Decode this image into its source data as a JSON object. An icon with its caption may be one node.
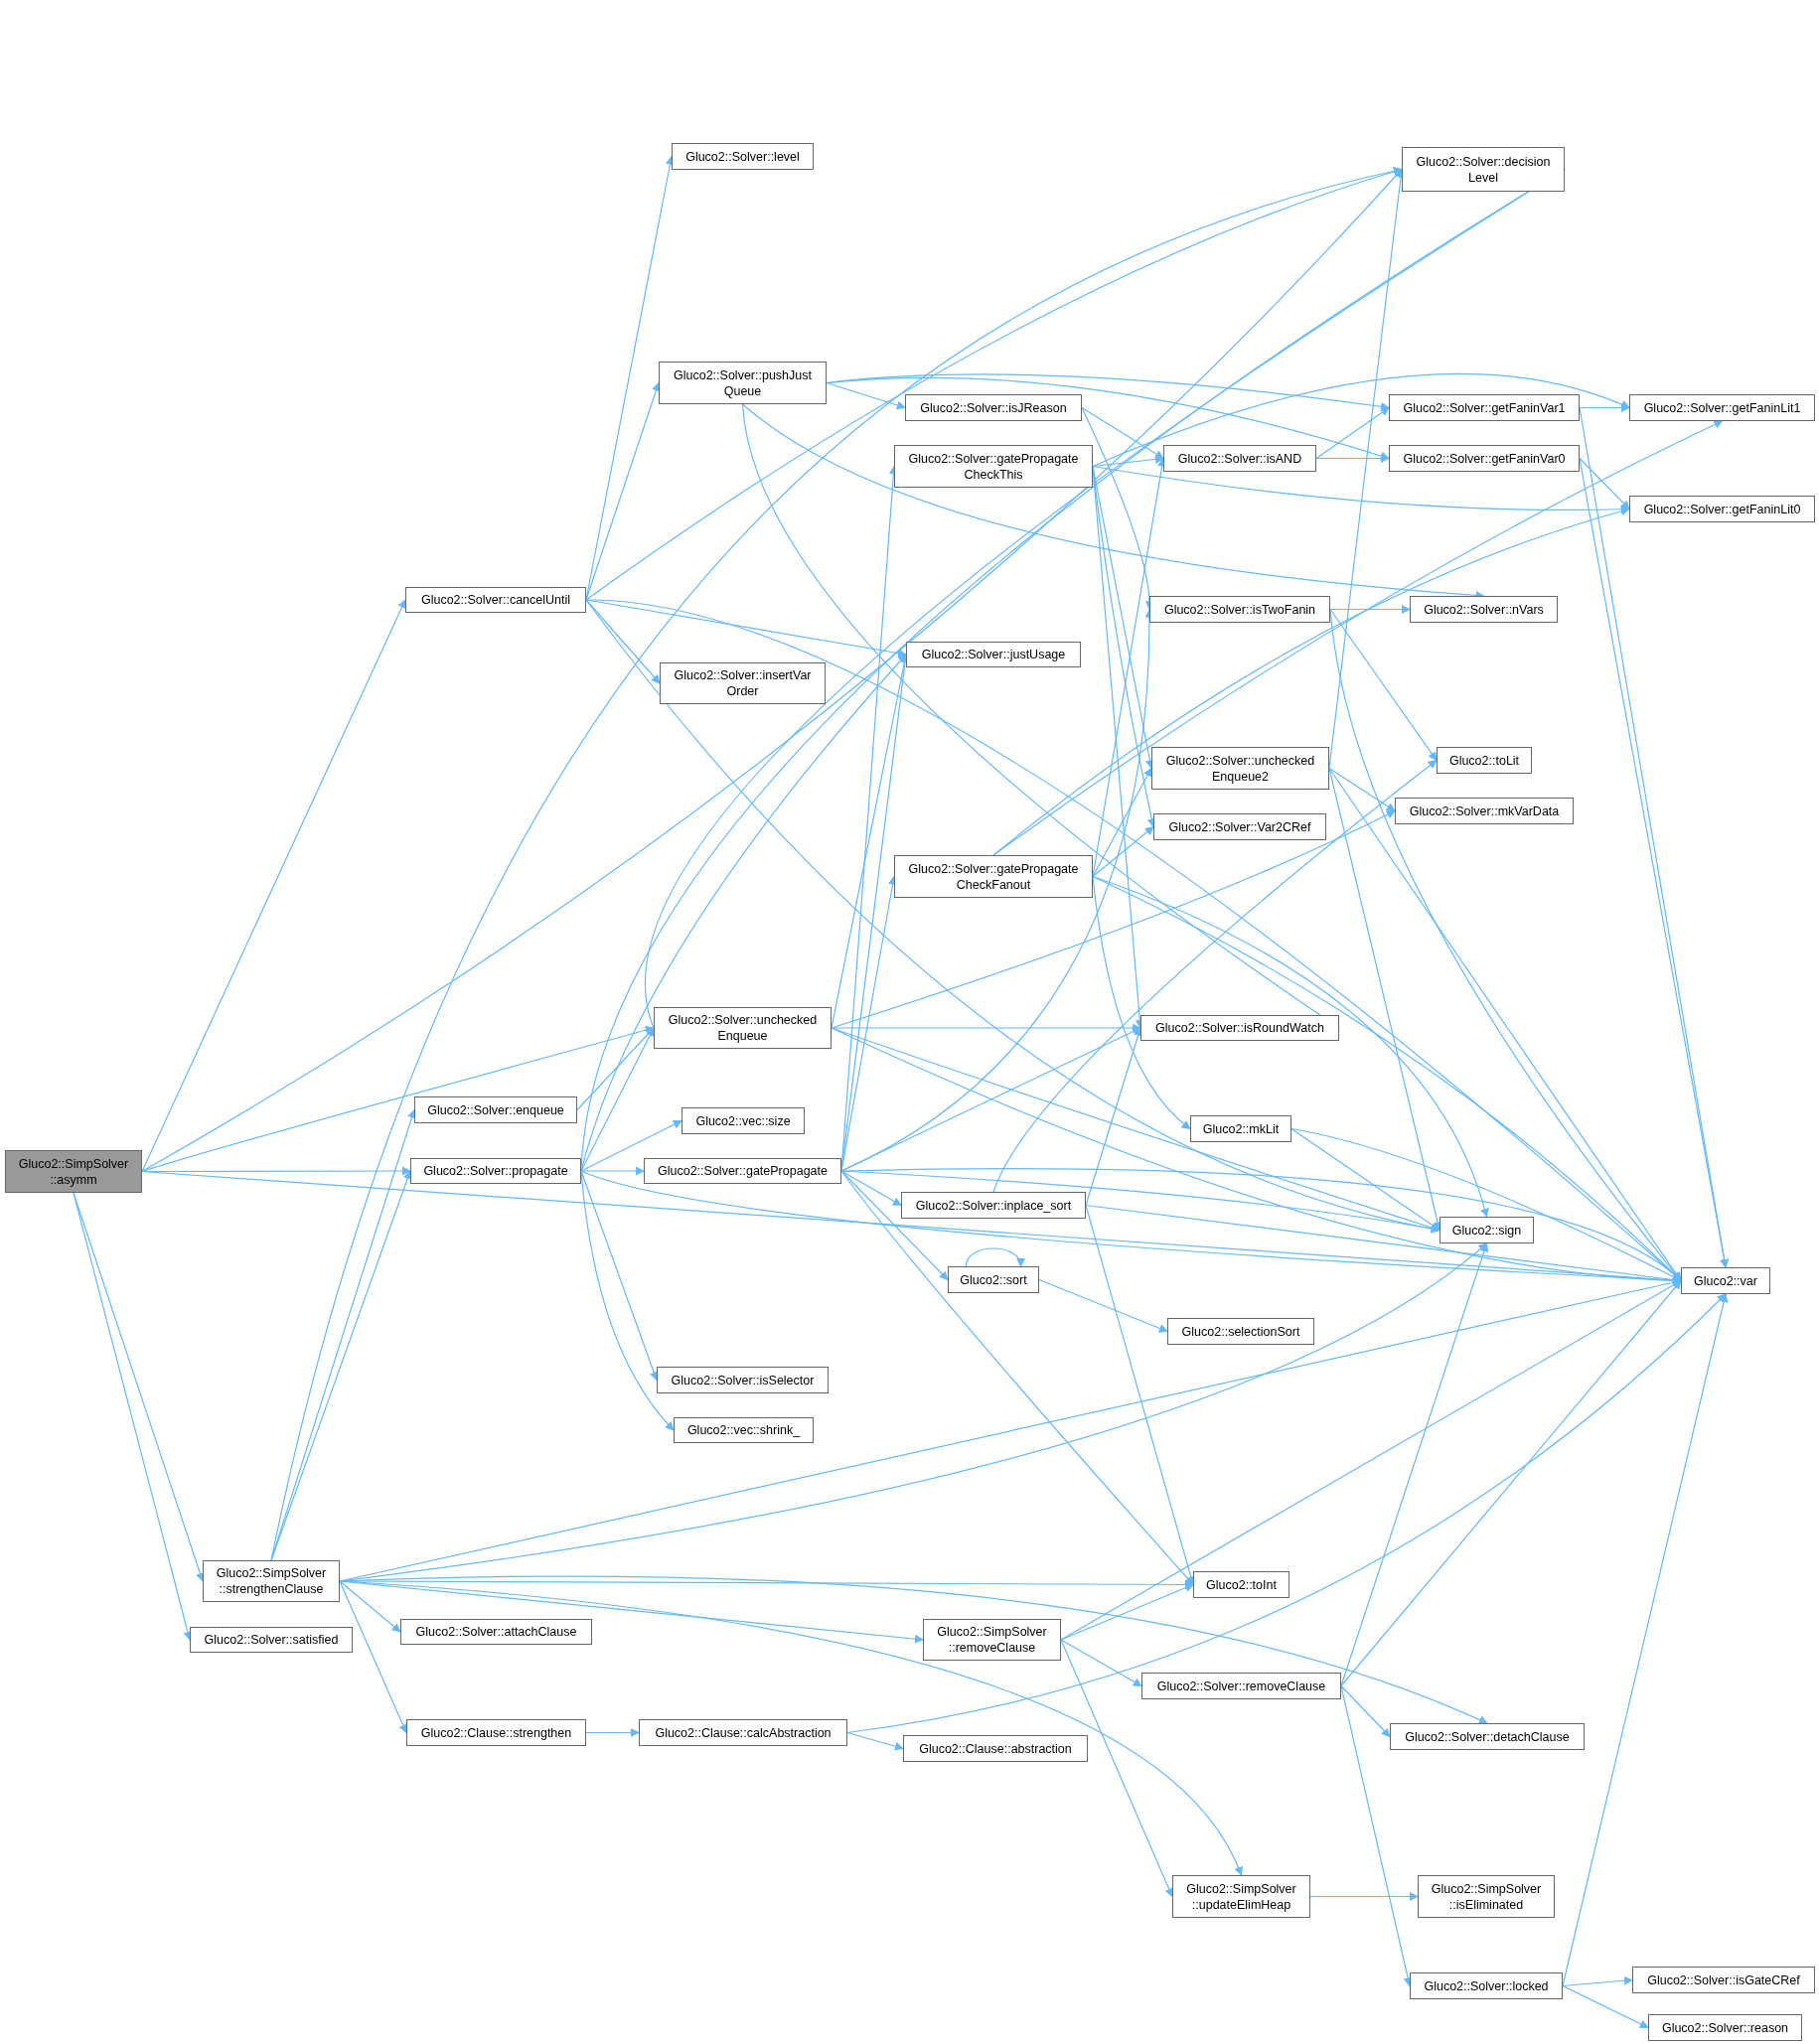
{
  "diagram": {
    "nodes": [
      {
        "text": [
          "Gluco2::SimpSolver ::asymm"
        ]
      },
      {
        "text": [
          "Gluco2::Solver::cancelUntil"
        ]
      },
      {
        "text": [
          "Gluco2::Solver::unchecked Enqueue"
        ]
      },
      {
        "text": [
          "Gluco2::Solver::enqueue"
        ]
      },
      {
        "text": [
          "Gluco2::Solver::propagate"
        ]
      },
      {
        "text": [
          "Gluco2::SimpSolver ::strengthenClause"
        ]
      },
      {
        "text": [
          "Gluco2::Solver::satisfied"
        ]
      },
      {
        "text": [
          "Gluco2::Solver::decision Level"
        ]
      },
      {
        "text": [
          "Gluco2::Solver::level"
        ]
      },
      {
        "text": [
          "Gluco2::Solver::pushJust Queue"
        ]
      },
      {
        "text": [
          "Gluco2::Solver::insertVar Order"
        ]
      },
      {
        "text": [
          "Gluco2::Solver::justUsage"
        ]
      },
      {
        "text": [
          "Gluco2::vec::size"
        ]
      },
      {
        "text": [
          "Gluco2::Solver::gatePropagate"
        ]
      },
      {
        "text": [
          "Gluco2::Solver::isSelector"
        ]
      },
      {
        "text": [
          "Gluco2::vec::shrink_"
        ]
      },
      {
        "text": [
          "Gluco2::Solver::isJReason"
        ]
      },
      {
        "text": [
          "Gluco2::Solver::gatePropagate CheckThis"
        ]
      },
      {
        "text": [
          "Gluco2::Solver::gatePropagate CheckFanout"
        ]
      },
      {
        "text": [
          "Gluco2::Solver::inplace_sort"
        ]
      },
      {
        "text": [
          "Gluco2::sort"
        ]
      },
      {
        "text": [
          "Gluco2::selectionSort"
        ]
      },
      {
        "text": [
          "Gluco2::Solver::isAND"
        ]
      },
      {
        "text": [
          "Gluco2::Solver::isTwoFanin"
        ]
      },
      {
        "text": [
          "Gluco2::Solver::unchecked Enqueue2"
        ]
      },
      {
        "text": [
          "Gluco2::Solver::Var2CRef"
        ]
      },
      {
        "text": [
          "Gluco2::Solver::isRoundWatch"
        ]
      },
      {
        "text": [
          "Gluco2::mkLit"
        ]
      },
      {
        "text": [
          "Gluco2::Solver::getFaninVar1"
        ]
      },
      {
        "text": [
          "Gluco2::Solver::getFaninVar0"
        ]
      },
      {
        "text": [
          "Gluco2::Solver::getFaninLit1"
        ]
      },
      {
        "text": [
          "Gluco2::Solver::getFaninLit0"
        ]
      },
      {
        "text": [
          "Gluco2::Solver::nVars"
        ]
      },
      {
        "text": [
          "Gluco2::toLit"
        ]
      },
      {
        "text": [
          "Gluco2::Solver::mkVarData"
        ]
      },
      {
        "text": [
          "Gluco2::sign"
        ]
      },
      {
        "text": [
          "Gluco2::var"
        ]
      },
      {
        "text": [
          "Gluco2::toInt"
        ]
      },
      {
        "text": [
          "Gluco2::Solver::attachClause"
        ]
      },
      {
        "text": [
          "Gluco2::SimpSolver ::removeClause"
        ]
      },
      {
        "text": [
          "Gluco2::Solver::removeClause"
        ]
      },
      {
        "text": [
          "Gluco2::Solver::detachClause"
        ]
      },
      {
        "text": [
          "Gluco2::Clause::strengthen"
        ]
      },
      {
        "text": [
          "Gluco2::Clause::calcAbstraction"
        ]
      },
      {
        "text": [
          "Gluco2::Clause::abstraction"
        ]
      },
      {
        "text": [
          "Gluco2::SimpSolver ::updateElimHeap"
        ]
      },
      {
        "text": [
          "Gluco2::SimpSolver ::isEliminated"
        ]
      },
      {
        "text": [
          "Gluco2::Solver::locked"
        ]
      },
      {
        "text": [
          "Gluco2::Solver::isGateCRef"
        ]
      },
      {
        "text": [
          "Gluco2::Solver::reason"
        ]
      }
    ],
    "edges": [
      {
        "from": 0,
        "to": 7,
        "arrow": "to"
      },
      {
        "from": 0,
        "to": 1,
        "arrow": "to"
      },
      {
        "from": 0,
        "to": 2,
        "arrow": "to"
      },
      {
        "from": 0,
        "to": 4,
        "arrow": "to"
      },
      {
        "from": 0,
        "to": 5,
        "arrow": "to"
      },
      {
        "from": 0,
        "to": 6,
        "arrow": "to"
      },
      {
        "from": 0,
        "to": 36,
        "arrow": "to"
      },
      {
        "from": 1,
        "to": 7,
        "arrow": "to"
      },
      {
        "from": 1,
        "to": 8,
        "arrow": "to"
      },
      {
        "from": 1,
        "to": 9,
        "arrow": "to"
      },
      {
        "from": 1,
        "to": 10,
        "arrow": "to"
      },
      {
        "from": 1,
        "to": 11,
        "arrow": "to"
      },
      {
        "from": 1,
        "to": 36,
        "arrow": "to"
      },
      {
        "from": 1,
        "to": 35,
        "arrow": "to"
      },
      {
        "from": 9,
        "to": 16,
        "arrow": "to"
      },
      {
        "from": 9,
        "to": 28,
        "arrow": "to"
      },
      {
        "from": 9,
        "to": 29,
        "arrow": "to"
      },
      {
        "from": 9,
        "to": 32,
        "arrow": "to"
      },
      {
        "from": 9,
        "to": 26,
        "arrow": "to"
      },
      {
        "from": 16,
        "to": 22,
        "arrow": "to"
      },
      {
        "from": 16,
        "to": 23,
        "arrow": "to"
      },
      {
        "from": 17,
        "to": 22,
        "arrow": "to"
      },
      {
        "from": 17,
        "to": 30,
        "arrow": "to"
      },
      {
        "from": 17,
        "to": 31,
        "arrow": "to"
      },
      {
        "from": 17,
        "to": 24,
        "arrow": "to"
      },
      {
        "from": 17,
        "to": 25,
        "arrow": "to"
      },
      {
        "from": 17,
        "to": 26,
        "arrow": "to"
      },
      {
        "from": 22,
        "to": 28,
        "arrow": "to"
      },
      {
        "from": 22,
        "to": 29,
        "arrow": "to"
      },
      {
        "from": 28,
        "to": 30,
        "arrow": "to"
      },
      {
        "from": 28,
        "to": 36,
        "arrow": "to"
      },
      {
        "from": 29,
        "to": 31,
        "arrow": "to"
      },
      {
        "from": 29,
        "to": 36,
        "arrow": "to"
      },
      {
        "from": 23,
        "to": 32,
        "arrow": "to"
      },
      {
        "from": 23,
        "to": 33,
        "arrow": "to"
      },
      {
        "from": 23,
        "to": 36,
        "arrow": "to"
      },
      {
        "from": 24,
        "to": 7,
        "arrow": "to"
      },
      {
        "from": 24,
        "to": 34,
        "arrow": "to"
      },
      {
        "from": 24,
        "to": 35,
        "arrow": "to"
      },
      {
        "from": 24,
        "to": 36,
        "arrow": "to"
      },
      {
        "from": 18,
        "to": 22,
        "arrow": "to"
      },
      {
        "from": 18,
        "to": 24,
        "arrow": "to"
      },
      {
        "from": 18,
        "to": 25,
        "arrow": "to"
      },
      {
        "from": 18,
        "to": 30,
        "arrow": "to"
      },
      {
        "from": 18,
        "to": 31,
        "arrow": "to"
      },
      {
        "from": 18,
        "to": 27,
        "arrow": "to"
      },
      {
        "from": 18,
        "to": 35,
        "arrow": "to"
      },
      {
        "from": 18,
        "to": 36,
        "arrow": "to"
      },
      {
        "from": 2,
        "to": 7,
        "arrow": "to"
      },
      {
        "from": 2,
        "to": 11,
        "arrow": "to"
      },
      {
        "from": 2,
        "to": 34,
        "arrow": "to"
      },
      {
        "from": 2,
        "to": 26,
        "arrow": "to"
      },
      {
        "from": 2,
        "to": 35,
        "arrow": "to"
      },
      {
        "from": 2,
        "to": 36,
        "arrow": "to"
      },
      {
        "from": 3,
        "to": 2,
        "arrow": "to"
      },
      {
        "from": 4,
        "to": 7,
        "arrow": "to"
      },
      {
        "from": 4,
        "to": 11,
        "arrow": "to"
      },
      {
        "from": 4,
        "to": 2,
        "arrow": "to"
      },
      {
        "from": 4,
        "to": 12,
        "arrow": "to"
      },
      {
        "from": 4,
        "to": 13,
        "arrow": "to"
      },
      {
        "from": 4,
        "to": 14,
        "arrow": "to"
      },
      {
        "from": 4,
        "to": 15,
        "arrow": "to"
      },
      {
        "from": 4,
        "to": 36,
        "arrow": "to"
      },
      {
        "from": 13,
        "to": 11,
        "arrow": "to"
      },
      {
        "from": 13,
        "to": 17,
        "arrow": "to"
      },
      {
        "from": 13,
        "to": 18,
        "arrow": "to"
      },
      {
        "from": 13,
        "to": 23,
        "arrow": "to"
      },
      {
        "from": 13,
        "to": 19,
        "arrow": "to"
      },
      {
        "from": 13,
        "to": 20,
        "arrow": "to"
      },
      {
        "from": 13,
        "to": 26,
        "arrow": "to"
      },
      {
        "from": 13,
        "to": 37,
        "arrow": "to"
      },
      {
        "from": 13,
        "to": 35,
        "arrow": "to"
      },
      {
        "from": 13,
        "to": 36,
        "arrow": "to"
      },
      {
        "from": 19,
        "to": 26,
        "arrow": "to"
      },
      {
        "from": 19,
        "to": 33,
        "arrow": "to"
      },
      {
        "from": 19,
        "to": 37,
        "arrow": "to"
      },
      {
        "from": 19,
        "to": 36,
        "arrow": "to"
      },
      {
        "from": 20,
        "to": 20,
        "arrow": "to"
      },
      {
        "from": 20,
        "to": 21,
        "arrow": "to"
      },
      {
        "from": 27,
        "to": 35,
        "arrow": "to"
      },
      {
        "from": 27,
        "to": 36,
        "arrow": "to"
      },
      {
        "from": 5,
        "to": 7,
        "arrow": "to"
      },
      {
        "from": 5,
        "to": 3,
        "arrow": "to"
      },
      {
        "from": 5,
        "to": 4,
        "arrow": "to"
      },
      {
        "from": 5,
        "to": 35,
        "arrow": "to"
      },
      {
        "from": 5,
        "to": 37,
        "arrow": "to"
      },
      {
        "from": 5,
        "to": 38,
        "arrow": "to"
      },
      {
        "from": 5,
        "to": 39,
        "arrow": "to"
      },
      {
        "from": 5,
        "to": 42,
        "arrow": "to"
      },
      {
        "from": 5,
        "to": 41,
        "arrow": "to"
      },
      {
        "from": 5,
        "to": 36,
        "arrow": "to"
      },
      {
        "from": 5,
        "to": 45,
        "arrow": "to"
      },
      {
        "from": 39,
        "to": 37,
        "arrow": "to"
      },
      {
        "from": 39,
        "to": 36,
        "arrow": "to"
      },
      {
        "from": 39,
        "to": 40,
        "arrow": "to"
      },
      {
        "from": 39,
        "to": 45,
        "arrow": "to"
      },
      {
        "from": 40,
        "to": 35,
        "arrow": "to"
      },
      {
        "from": 40,
        "to": 41,
        "arrow": "to"
      },
      {
        "from": 40,
        "to": 36,
        "arrow": "to"
      },
      {
        "from": 40,
        "to": 47,
        "arrow": "to"
      },
      {
        "from": 42,
        "to": 43,
        "arrow": "to"
      },
      {
        "from": 43,
        "to": 44,
        "arrow": "to"
      },
      {
        "from": 43,
        "to": 36,
        "arrow": "to"
      },
      {
        "from": 45,
        "to": 46,
        "arrow": "to"
      },
      {
        "from": 47,
        "to": 36,
        "arrow": "to"
      },
      {
        "from": 47,
        "to": 48,
        "arrow": "to"
      },
      {
        "from": 47,
        "to": 49,
        "arrow": "to"
      }
    ]
  }
}
